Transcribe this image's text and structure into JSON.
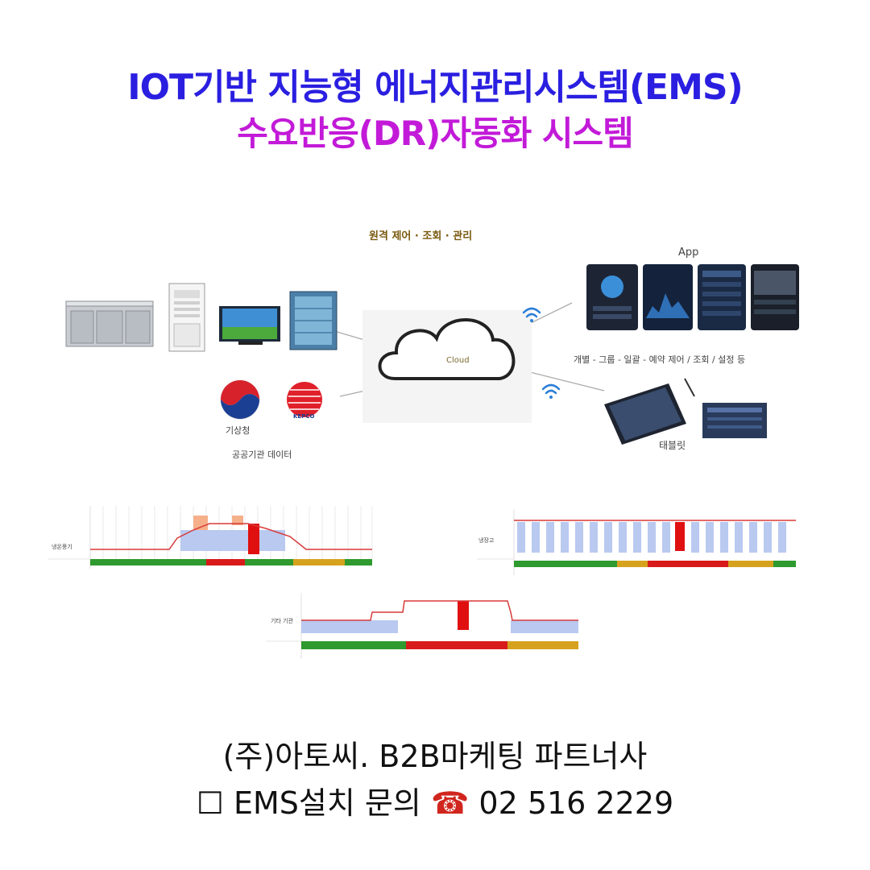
{
  "header": {
    "title_line1": "IOT기반 지능형 에너지관리시스템(EMS)",
    "title_line2": "수요반응(DR)자동화 시스템"
  },
  "diagram": {
    "remote_caption": "원격 제어 · 조회 · 관리",
    "app_label": "App",
    "cloud_label": "Cloud",
    "control_caption": "개별 - 그룹 - 일괄 - 예약 제어 / 조회 / 설정 등",
    "tablet_label": "태블릿",
    "kma_label": "기상청",
    "kepco_label": "KEPCO",
    "public_data_label": "공공기관 데이터"
  },
  "charts": {
    "chart1_ylabel": "냉온풍기",
    "chart2_ylabel": "냉장고",
    "chart3_ylabel": "기타 기관"
  },
  "footer": {
    "line1": "(주)아토씨.  B2B마케팅 파트너사",
    "checkbox": "☐",
    "line2_text": "EMS설치 문의",
    "phone_icon": "☎",
    "phone_number": "02 516 2229"
  },
  "colors": {
    "title1": "#2a1fe0",
    "title2": "#c21ad8",
    "band_green": "#2f9a2f",
    "band_red": "#d91a1a",
    "band_yellow": "#d6a21e",
    "bar_blue": "#b9c9f0",
    "line_red": "#d83a3a",
    "block_red": "#e01010"
  }
}
